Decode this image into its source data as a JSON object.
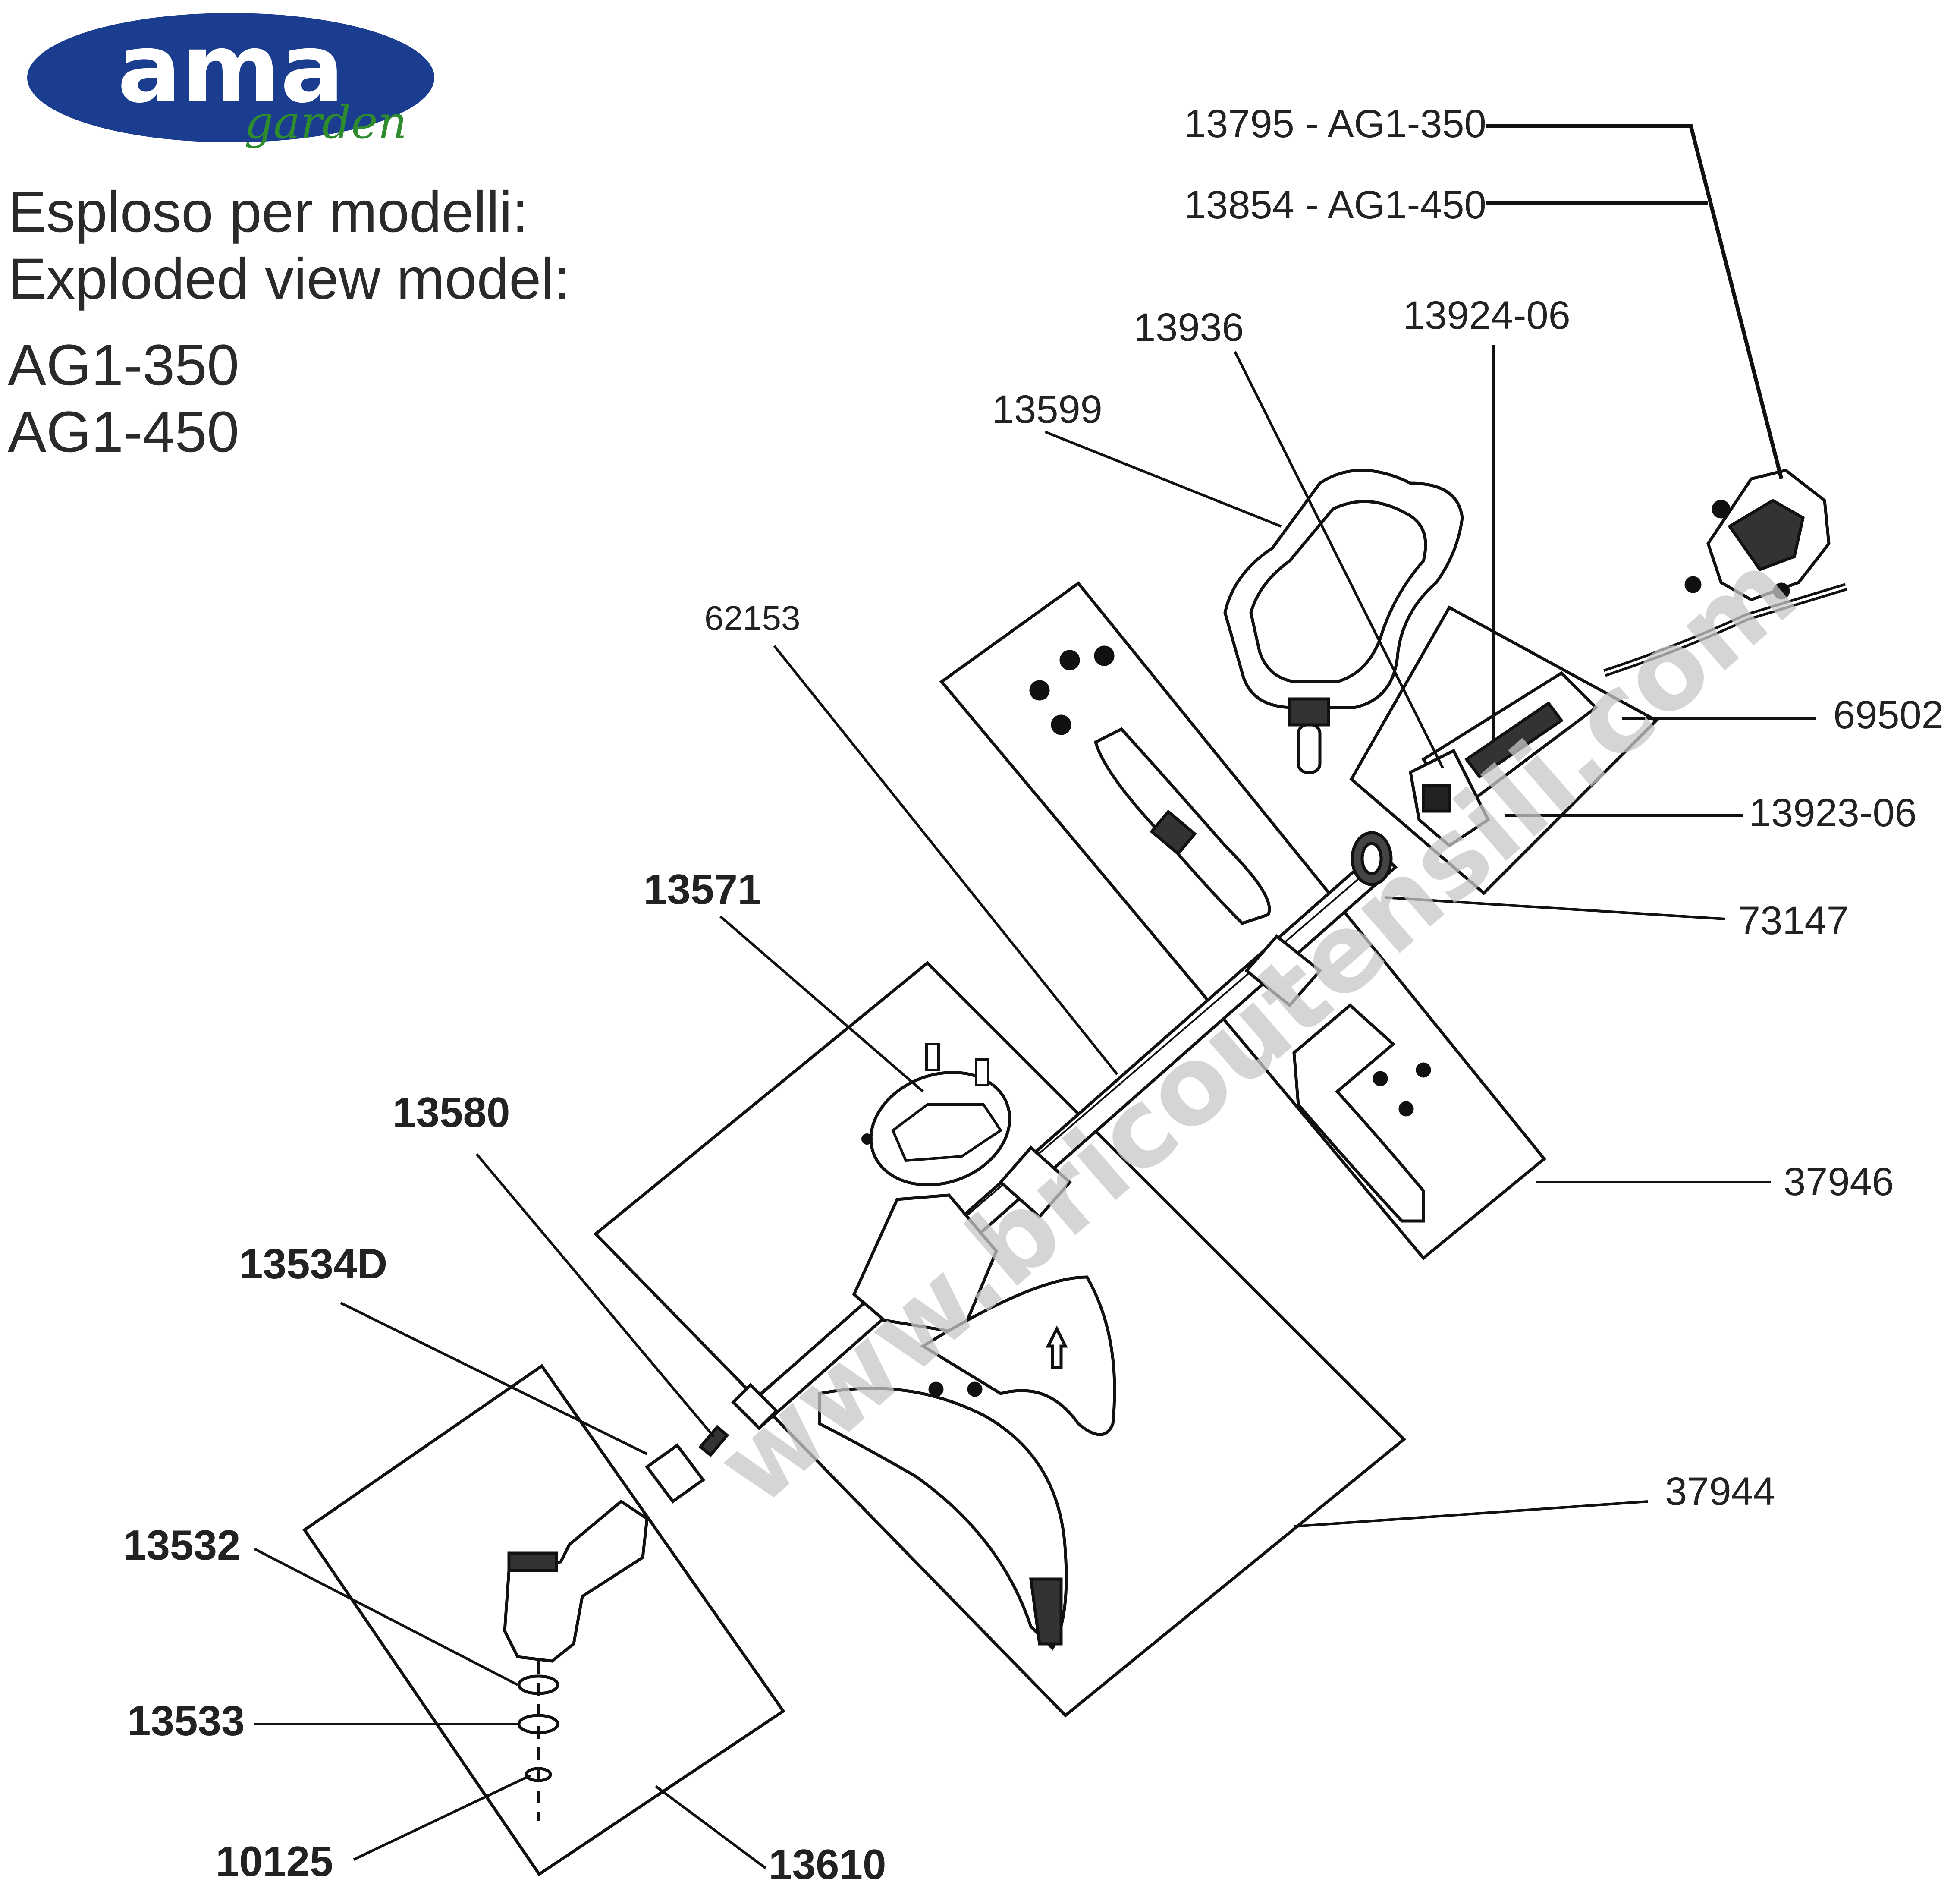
{
  "brand": {
    "logo_text": "ama",
    "logo_sub": "garden",
    "colors": {
      "logo_blue": "#1b3d8f",
      "logo_green": "#2e8b2e"
    }
  },
  "header": {
    "line1": "Esploso per modelli:",
    "line2": "Exploded view model:",
    "model1": "AG1-350",
    "model2": "AG1-450"
  },
  "watermark": "www.bricoutensili.com",
  "parts": {
    "p13795": "13795 - AG1-350",
    "p13854": "13854 - AG1-450",
    "p13936": "13936",
    "p13924": "13924-06",
    "p13599": "13599",
    "p62153": "62153",
    "p69502": "69502",
    "p13923": "13923-06",
    "p73147": "73147",
    "p13571": "13571",
    "p37946": "37946",
    "p13580": "13580",
    "p13534D": "13534D",
    "p37944": "37944",
    "p13532": "13532",
    "p13533": "13533",
    "p10125": "10125",
    "p13610": "13610"
  }
}
